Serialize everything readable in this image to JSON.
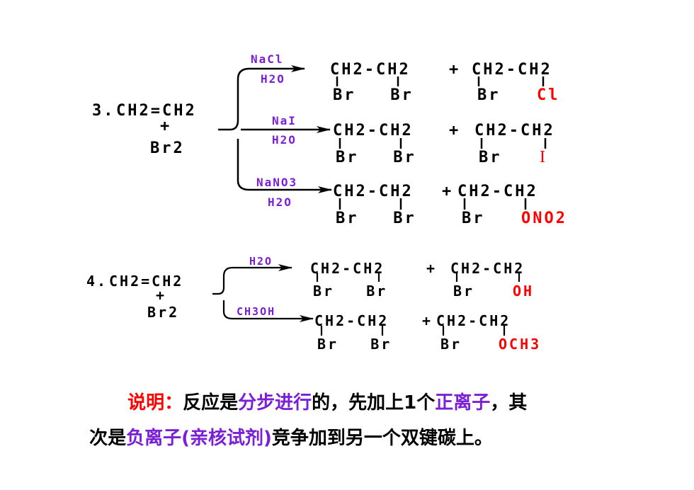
{
  "r3": {
    "label": "3.",
    "ethylene": "CH2=CH2",
    "plus": "+",
    "bromine": "Br2",
    "rows": [
      {
        "reagent": "NaCl",
        "solvent": "H2O",
        "p1": "CH2-CH2",
        "p1_sub": "Br   Br",
        "plus": "+",
        "p2": "CH2-CH2",
        "p2_sub": "Br",
        "p2_nu": "Cl"
      },
      {
        "reagent": "NaI",
        "solvent": "H2O",
        "p1": "CH2-CH2",
        "p1_sub": "Br   Br",
        "plus": "+",
        "p2": "CH2-CH2",
        "p2_sub": "Br",
        "p2_nu": "I"
      },
      {
        "reagent": "NaNO3",
        "solvent": "H2O",
        "p1": "CH2-CH2",
        "p1_sub": "Br   Br",
        "plus": "+",
        "p2": "CH2-CH2",
        "p2_sub": "Br",
        "p2_nu": "ONO2"
      }
    ]
  },
  "r4": {
    "label": "4.",
    "ethylene": "CH2=CH2",
    "plus": "+",
    "bromine": "Br2",
    "rows": [
      {
        "reagent": "H2O",
        "p1": "CH2-CH2",
        "p1_sub": "Br   Br",
        "plus": "+",
        "p2": "CH2-CH2",
        "p2_sub": "Br",
        "p2_nu": "OH"
      },
      {
        "reagent": "CH3OH",
        "p1": "CH2-CH2",
        "p1_sub": "Br   Br",
        "plus": "+",
        "p2": "CH2-CH2",
        "p2_sub": "Br",
        "p2_nu": "OCH3"
      }
    ]
  },
  "note": {
    "heading": "说明：",
    "t1": "反应是",
    "h1": "分步进行",
    "t2": "的，先加上1个",
    "h2": "正离子",
    "t3": "，其",
    "t4": "次是",
    "h3": "负离子(亲核试剂)",
    "t5": "竞争加到另一个双键碳上。"
  },
  "colors": {
    "accent_red": "#ff0000",
    "accent_purple": "#7a1fd6",
    "text": "#000000"
  }
}
